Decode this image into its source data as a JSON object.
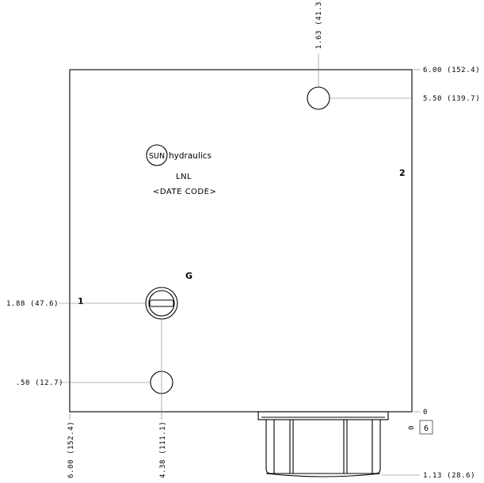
{
  "brand": {
    "logo_text": "SUN",
    "name": "hydraulics"
  },
  "block_labels": {
    "model": "LNL",
    "date_code": "<DATE CODE>"
  },
  "ports": {
    "g": "G",
    "two": "2",
    "one": "1"
  },
  "dimensions": {
    "top_hole_x": "1.63 (41.3)",
    "right_top": "6.00 (152.4)",
    "right_hole_y": "5.50 (139.7)",
    "right_zero": "0",
    "left_port_y": "1.88 (47.6)",
    "left_hole_y": ".50 (12.7)",
    "bottom_left_x": "6.00 (152.4)",
    "bottom_port_x": "4.38 (111.1)",
    "bottom_zero": "0",
    "cartridge_depth": "1.13 (28.6)"
  },
  "view_box_label": "6",
  "colors": {
    "line": "#000000",
    "dim_line": "#777777",
    "background": "#ffffff"
  }
}
